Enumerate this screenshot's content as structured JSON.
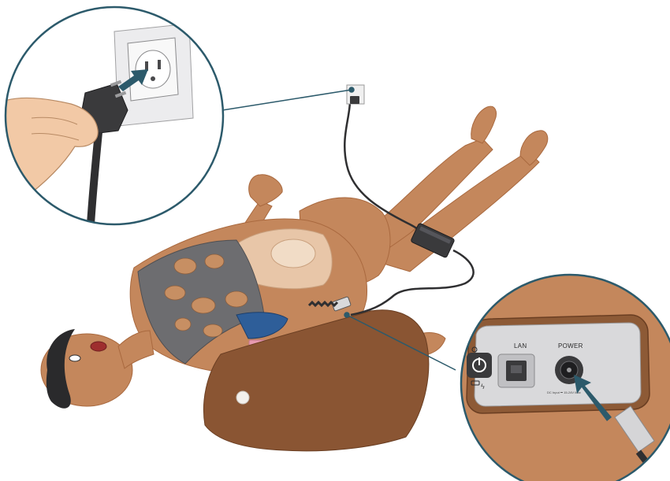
{
  "colors": {
    "skin": "#c4875c",
    "skin_shadow": "#a9693f",
    "torso_plate": "#e8c6a8",
    "vest": "#6d6d70",
    "vest_pad": "#c78f63",
    "trousers": "#8a5533",
    "hair": "#2a2a2c",
    "cable": "#2f2f31",
    "callout_line": "#2c5a6b",
    "panel": "#d9d9db",
    "arrow": "#2c5a6b"
  },
  "icons": {
    "wall_outlet": "wall-outlet-icon",
    "power_plug": "power-plug-icon",
    "power_adapter": "power-adapter-icon",
    "power_button": "power-button-icon",
    "lan_port": "lan-port-icon",
    "power_port": "power-port-icon",
    "insert_arrow": "arrow-icon"
  },
  "connector_panel": {
    "lan_label": "LAN",
    "power_label": "POWER",
    "power_spec": "DC Input ⎓ 15-24V Max"
  }
}
